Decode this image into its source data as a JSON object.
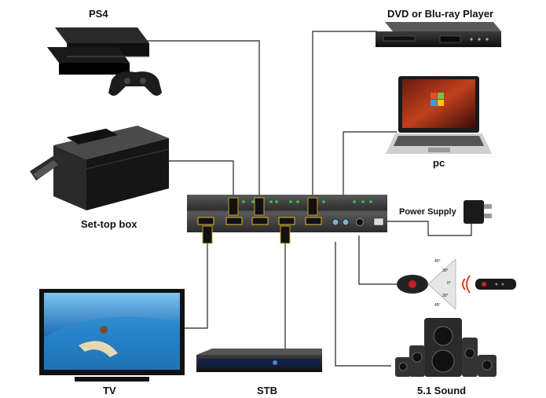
{
  "devices": {
    "ps4": "PS4",
    "dvd": "DVD or Blu-ray Player",
    "pc": "pc",
    "settop": "Set-top box",
    "power": "Power Supply",
    "tv": "TV",
    "stb": "STB",
    "sound": "5.1 Sound"
  },
  "ir_angles": {
    "a1": "45°",
    "a2": "30°",
    "a3": "0°",
    "a4": "30°",
    "a5": "45°"
  },
  "colors": {
    "cable": "#222222",
    "hdmi_gold": "#c9a227",
    "led_green": "#2ecc40",
    "tv_blue": "#1f6fb5",
    "switch_body": "#3a3a3a"
  }
}
